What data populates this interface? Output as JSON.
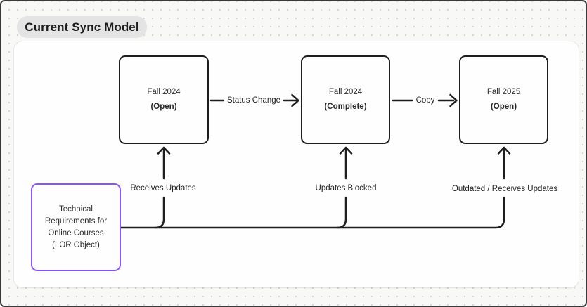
{
  "frame_title": "Current Sync Model",
  "nodes": [
    {
      "title": "Fall 2024",
      "status": "(Open)"
    },
    {
      "title": "Fall 2024",
      "status": "(Complete)"
    },
    {
      "title": "Fall 2025",
      "status": "(Open)"
    }
  ],
  "lor_node": {
    "lines": [
      "Technical",
      "Requirements for",
      "Online Courses",
      "(LOR Object)"
    ]
  },
  "edges": {
    "status_change": "Status Change",
    "copy": "Copy",
    "receives_updates": "Receives Updates",
    "updates_blocked": "Updates Blocked",
    "outdated": "Outdated / Receives Updates"
  },
  "colors": {
    "stroke_dark": "#1e1e1e",
    "lor_accent": "#8b55f6",
    "canvas_bg": "#f8f8f7",
    "frame_bg": "#fefefe",
    "pill_bg": "#e4e4e4",
    "dot": "#d4d4d2",
    "text": "#2b2b2b",
    "border_outer": "#3a3a3a"
  }
}
